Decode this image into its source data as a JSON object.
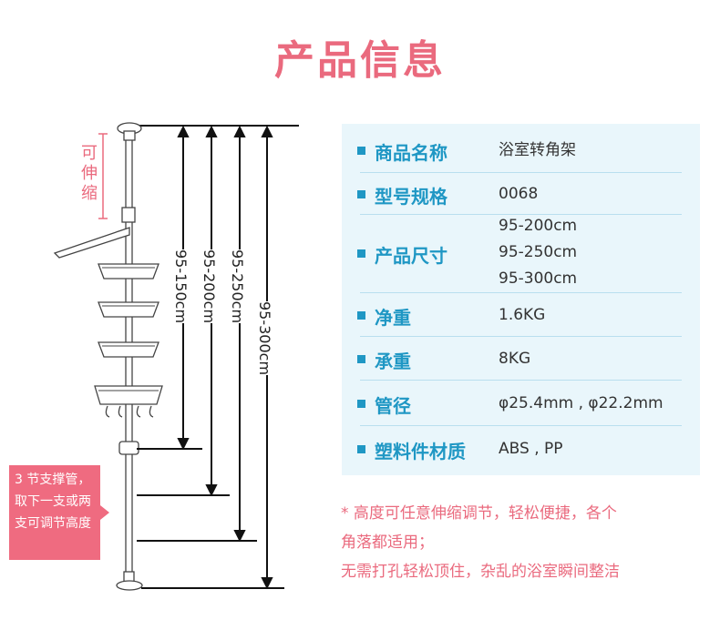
{
  "page": {
    "title": "产品信息",
    "accent": "#ea6a7e",
    "blue": "#1f97c4"
  },
  "diagram": {
    "adjustable_label": "可伸缩",
    "dims": [
      "95-150cm",
      "95-200cm",
      "95-250cm",
      "95-300cm"
    ],
    "note": "3 节支撑管，取下一支或两支可调节高度"
  },
  "specs": [
    {
      "key": "商品名称",
      "value": [
        "浴室转角架"
      ]
    },
    {
      "key": "型号规格",
      "value": [
        "0068"
      ]
    },
    {
      "key": "产品尺寸",
      "value": [
        "95-200cm",
        "95-250cm",
        "95-300cm"
      ]
    },
    {
      "key": "净重",
      "value": [
        "1.6KG"
      ]
    },
    {
      "key": "承重",
      "value": [
        "8KG"
      ]
    },
    {
      "key": "管径",
      "value": [
        "φ25.4mm , φ22.2mm"
      ]
    },
    {
      "key": "塑料件材质",
      "value": [
        "ABS , PP"
      ]
    }
  ],
  "notes": [
    "* 高度可任意伸缩调节，轻松便捷，各个",
    "角落都适用；",
    "无需打孔轻松顶住，杂乱的浴室瞬间整洁"
  ]
}
